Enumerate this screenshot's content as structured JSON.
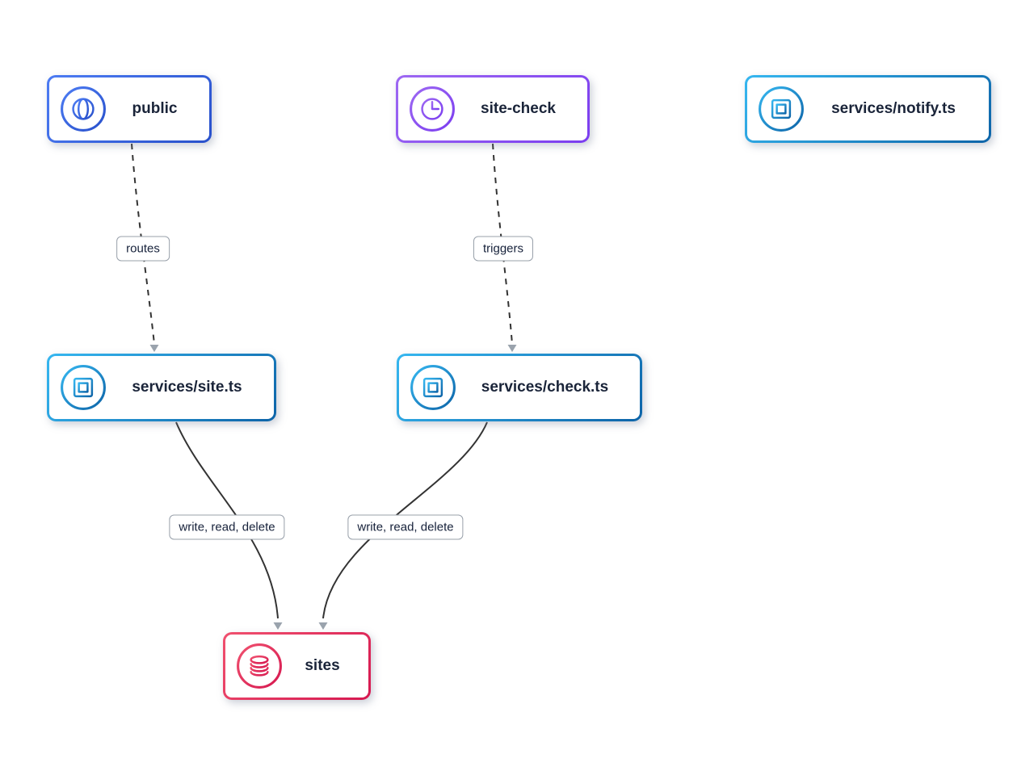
{
  "diagram": {
    "background_color": "#ffffff",
    "text_color": "#1a2439",
    "edge_color": "#333333",
    "arrow_color": "#9aa3ad",
    "edge_label_border_color": "#98a0aa",
    "nodes": [
      {
        "id": "public",
        "label": "public",
        "icon": "globe-icon",
        "accent_from": "#4d7cf3",
        "accent_to": "#2850cb"
      },
      {
        "id": "site-check",
        "label": "site-check",
        "icon": "clock-icon",
        "accent_from": "#9d68f2",
        "accent_to": "#7b3df0"
      },
      {
        "id": "services/notify.ts",
        "label": "services/notify.ts",
        "icon": "chip-icon",
        "accent_from": "#36b7f0",
        "accent_to": "#0d64a8"
      },
      {
        "id": "services/site.ts",
        "label": "services/site.ts",
        "icon": "chip-icon",
        "accent_from": "#36b7f0",
        "accent_to": "#0d64a8"
      },
      {
        "id": "services/check.ts",
        "label": "services/check.ts",
        "icon": "chip-icon",
        "accent_from": "#36b7f0",
        "accent_to": "#0d64a8"
      },
      {
        "id": "sites",
        "label": "sites",
        "icon": "database-icon",
        "accent_from": "#f0516f",
        "accent_to": "#d61850"
      }
    ],
    "edges": [
      {
        "from": "public",
        "to": "services/site.ts",
        "label": "routes",
        "style": "dashed"
      },
      {
        "from": "site-check",
        "to": "services/check.ts",
        "label": "triggers",
        "style": "dashed"
      },
      {
        "from": "services/site.ts",
        "to": "sites",
        "label": "write, read, delete",
        "style": "solid"
      },
      {
        "from": "services/check.ts",
        "to": "sites",
        "label": "write, read, delete",
        "style": "solid"
      }
    ]
  }
}
